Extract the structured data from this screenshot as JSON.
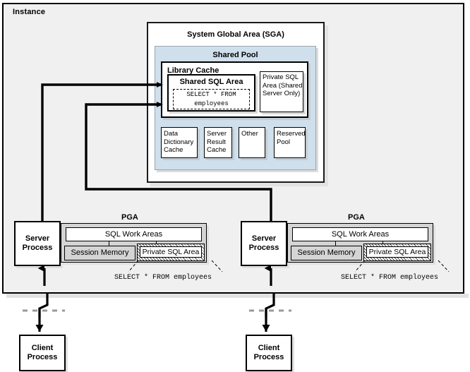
{
  "diagram": {
    "instance_label": "Instance",
    "sga": {
      "title": "System Global Area (SGA)",
      "shared_pool": {
        "title": "Shared Pool",
        "library_cache": {
          "title": "Library Cache",
          "shared_sql_area": {
            "title": "Shared SQL Area",
            "sql_line1": "SELECT * FROM",
            "sql_line2": "employees"
          },
          "private_sql_area": "Private SQL Area (Shared Server Only)"
        },
        "cells": [
          {
            "label": "Data Dictionary Cache"
          },
          {
            "label": "Server Result Cache"
          },
          {
            "label": "Other"
          },
          {
            "label": "Reserved Pool"
          }
        ]
      }
    },
    "sessions": [
      {
        "server_process": "Server Process",
        "pga_label": "PGA",
        "sql_work_areas": "SQL Work Areas",
        "session_memory": "Session Memory",
        "private_sql_area": "Private SQL Area",
        "caption": "SELECT * FROM employees",
        "client_process": "Client Process"
      },
      {
        "server_process": "Server Process",
        "pga_label": "PGA",
        "sql_work_areas": "SQL Work Areas",
        "session_memory": "Session Memory",
        "private_sql_area": "Private SQL Area",
        "caption": "SELECT * FROM employees",
        "client_process": "Client Process"
      }
    ]
  },
  "colors": {
    "instance_bg": "#f0f0f0",
    "shared_pool_bg": "#cfdfeb",
    "pga_bg": "#d4d4d4",
    "line": "#000000"
  }
}
